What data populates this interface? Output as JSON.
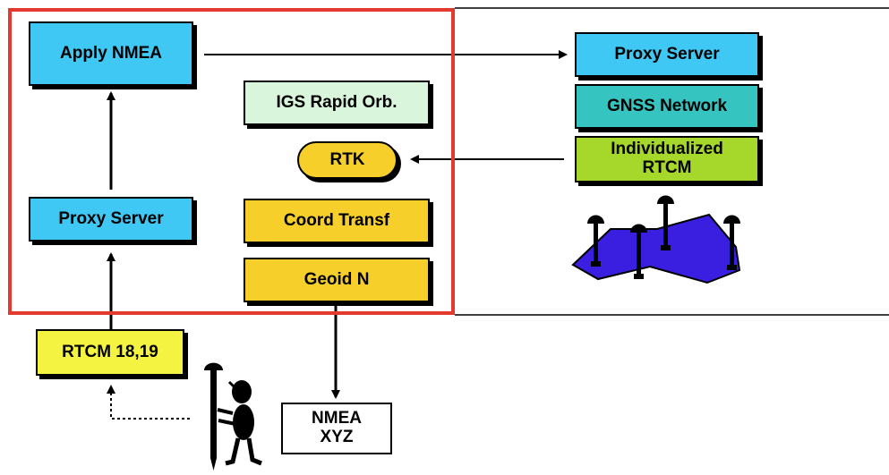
{
  "left_group": {
    "apply_nmea": "Apply NMEA",
    "proxy_server": "Proxy Server",
    "igs_rapid_orb": "IGS Rapid Orb.",
    "rtk": "RTK",
    "coord_transf": "Coord Transf",
    "geoid_n": "Geoid N"
  },
  "right_group": {
    "proxy_server": "Proxy Server",
    "gnss_network": "GNSS Network",
    "individualized_rtcm": "Individualized\nRTCM"
  },
  "bottom": {
    "rtcm_18_19": "RTCM 18,19",
    "nmea_xyz": "NMEA\n XYZ"
  },
  "colors": {
    "frame": "#e23a2f",
    "cyan": "#3fc8f4",
    "teal": "#35c4c0",
    "mint": "#d9f6dc",
    "lime": "#a6d72b",
    "yellow": "#f7cf2b",
    "network_polygon": "#3a1fe0"
  }
}
